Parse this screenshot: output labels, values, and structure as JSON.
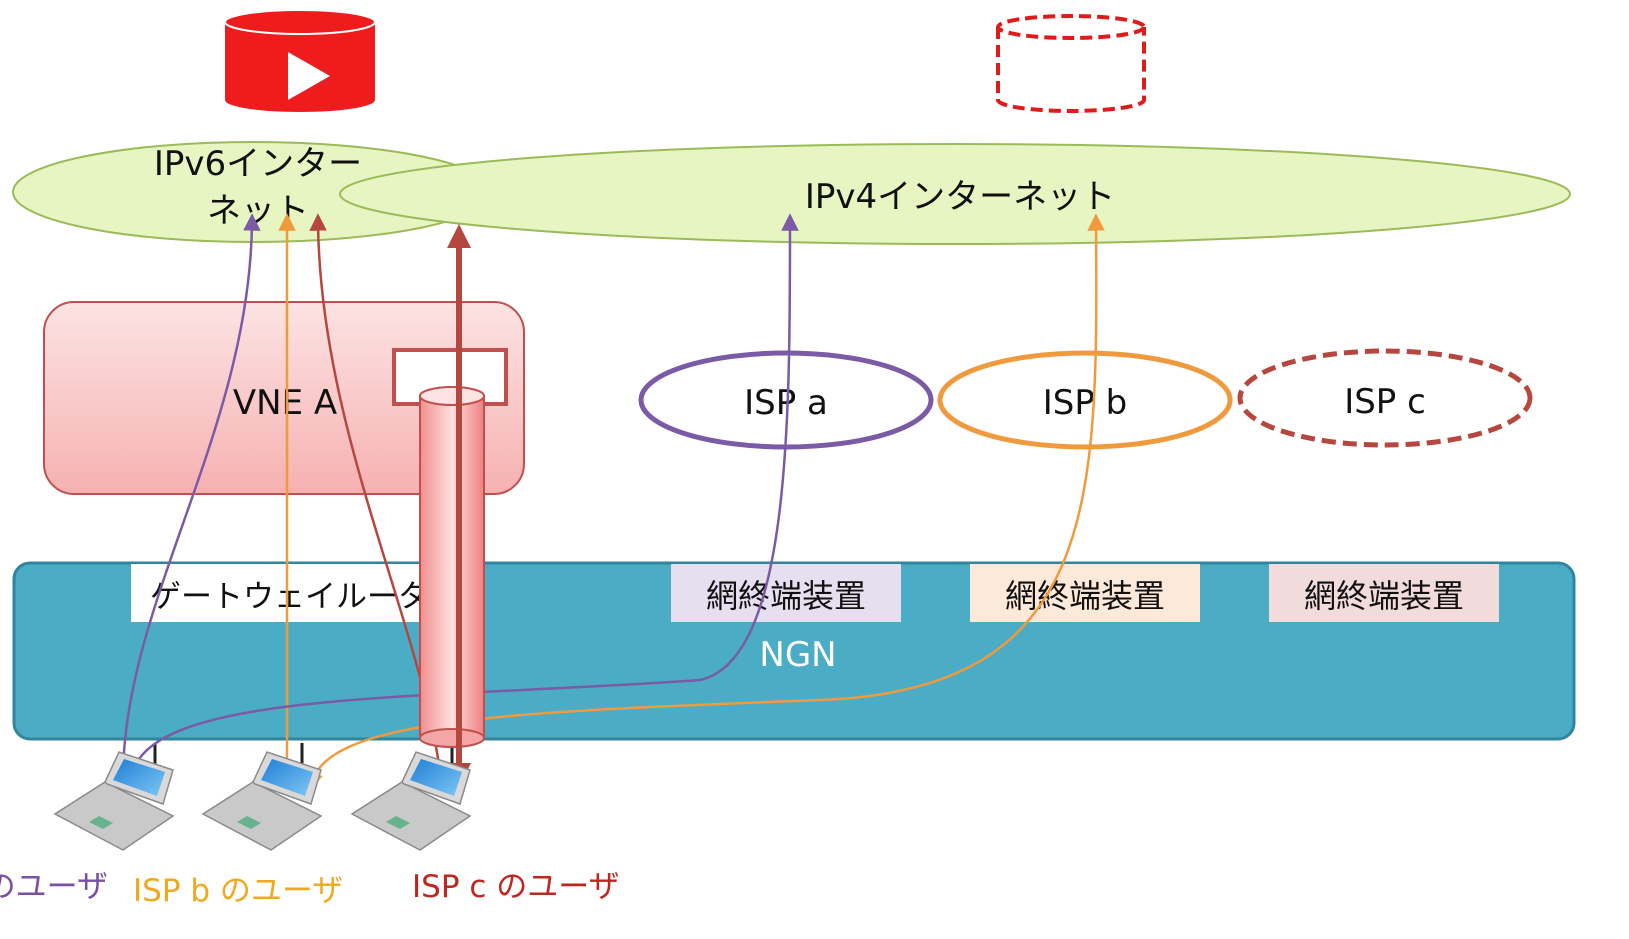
{
  "internet": {
    "ipv6_line1": "IPv6インター",
    "ipv6_line2": "ネット",
    "ipv4": "IPv4インターネット"
  },
  "vne": {
    "label": "VNE A"
  },
  "isps": [
    {
      "label": "ISP a",
      "color": "#7b5aa6"
    },
    {
      "label": "ISP b",
      "color": "#f09a3e"
    },
    {
      "label": "ISP c",
      "color": "#b5473f"
    }
  ],
  "ngn": {
    "label": "NGN",
    "gateway_label": "ゲートウェイルータ",
    "terminals": [
      "網終端装置",
      "網終端装置",
      "網終端装置"
    ]
  },
  "users": [
    {
      "label": "ISP a のユーザ",
      "color": "#7b4fa3"
    },
    {
      "label": "ISP b のユーザ",
      "color": "#f0a81e"
    },
    {
      "label": "ISP c のユーザ",
      "color": "#c0261e"
    }
  ],
  "colors": {
    "youtube_red": "#ee1c1c",
    "ellipse_fill": "#e7f5c3",
    "ellipse_stroke": "#9bbb59",
    "vne_fill": "#f8c0c0",
    "vne_stroke": "#c0504d",
    "ngn_fill": "#4bacc6",
    "ngn_stroke": "#31859c",
    "tunnel": "#b5473f"
  }
}
